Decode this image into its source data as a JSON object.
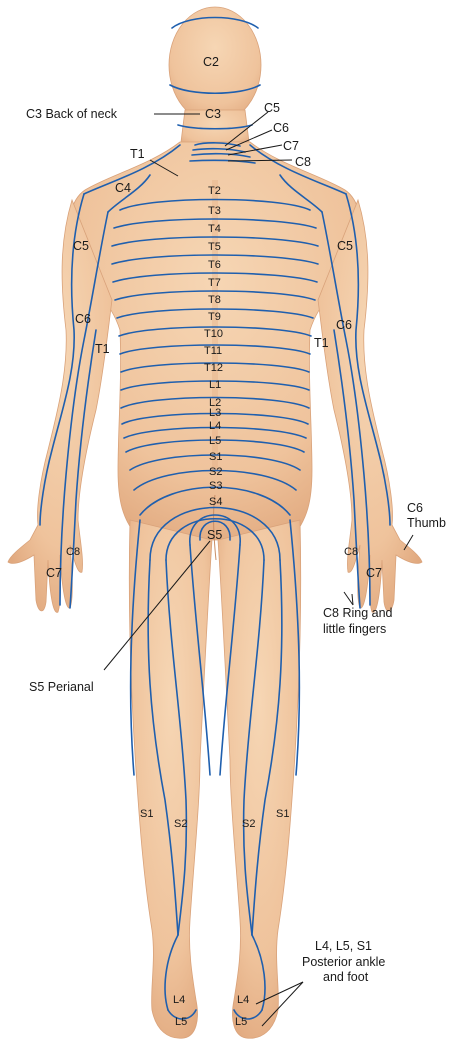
{
  "labels": {
    "c2": "C2",
    "c3": "C3",
    "c3_callout": "C3 Back of neck",
    "c5_top": "C5",
    "c6_top": "C6",
    "c7_top": "C7",
    "c8_top": "C8",
    "t1_top": "T1",
    "c4": "C4",
    "c5_left": "C5",
    "c5_right": "C5",
    "c6_left": "C6",
    "c6_right": "C6",
    "t1_left": "T1",
    "t1_right": "T1",
    "t2": "T2",
    "t3": "T3",
    "t4": "T4",
    "t5": "T5",
    "t6": "T6",
    "t7": "T7",
    "t8": "T8",
    "t9": "T9",
    "t10": "T10",
    "t11": "T11",
    "t12": "T12",
    "l1": "L1",
    "l2": "L2",
    "l3": "L3",
    "l4": "L4",
    "l5": "L5",
    "s1": "S1",
    "s2": "S2",
    "s3": "S3",
    "s4": "S4",
    "s5": "S5",
    "c8_hand_left": "C8",
    "c7_hand_left": "C7",
    "c8_hand_right": "C8",
    "c7_hand_right": "C7",
    "s1_leg_left": "S1",
    "s2_leg_left": "S2",
    "s2_leg_right": "S2",
    "s1_leg_right": "S1",
    "l4_foot_left": "L4",
    "l5_foot_left": "L5",
    "l4_foot_right": "L4",
    "l5_foot_right": "L5"
  },
  "callouts": {
    "c6_thumb_1": "C6",
    "c6_thumb_2": "Thumb",
    "c8_fingers_1": "C8 Ring and",
    "c8_fingers_2": "little fingers",
    "s5_perianal": "S5 Perianal",
    "ankle_1": "L4, L5, S1",
    "ankle_2": "Posterior ankle",
    "ankle_3": "and foot"
  },
  "colors": {
    "skin": "#f1c9a3",
    "skin_shade": "#e3ac82",
    "dermatome_line": "#1f5fae",
    "text": "#1a1a1a"
  }
}
